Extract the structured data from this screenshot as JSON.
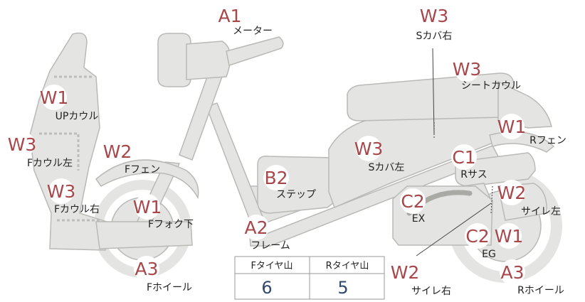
{
  "colors": {
    "part_fill": "#e4e4e2",
    "part_stroke": "#b9b9b6",
    "code_text": "#a8474a",
    "badge_fill": "#ffffff",
    "value_text": "#2f4a6e",
    "table_border": "#999999"
  },
  "parts": [
    {
      "code": "A1",
      "label": "メーター"
    },
    {
      "code": "W3",
      "label": "Sカバ右"
    },
    {
      "code": "W3",
      "label": "シートカウル"
    },
    {
      "code": "W1",
      "label": "UPカウル"
    },
    {
      "code": "W1",
      "label": "Rフェン"
    },
    {
      "code": "W3",
      "label": "Fカウル左"
    },
    {
      "code": "W2",
      "label": "Fフェン"
    },
    {
      "code": "W3",
      "label": "Sカバ左"
    },
    {
      "code": "C1",
      "label": "Rサス"
    },
    {
      "code": "B2",
      "label": "ステップ"
    },
    {
      "code": "W3",
      "label": "Fカウル右"
    },
    {
      "code": "W2",
      "label": "サイレ左"
    },
    {
      "code": "C2",
      "label": "EX"
    },
    {
      "code": "W1",
      "label": "Fフォク下"
    },
    {
      "code": "A2",
      "label": "フレーム"
    },
    {
      "code": "C2",
      "label": "EG"
    },
    {
      "code": "W1",
      "label": ""
    },
    {
      "code": "A3",
      "label": "Fホイール"
    },
    {
      "code": "W2",
      "label": "サイレ右"
    },
    {
      "code": "A3",
      "label": "Rホイール"
    }
  ],
  "tread_table": {
    "front_header": "Fタイヤ山",
    "rear_header": "Rタイヤ山",
    "front_value": "6",
    "rear_value": "5"
  }
}
